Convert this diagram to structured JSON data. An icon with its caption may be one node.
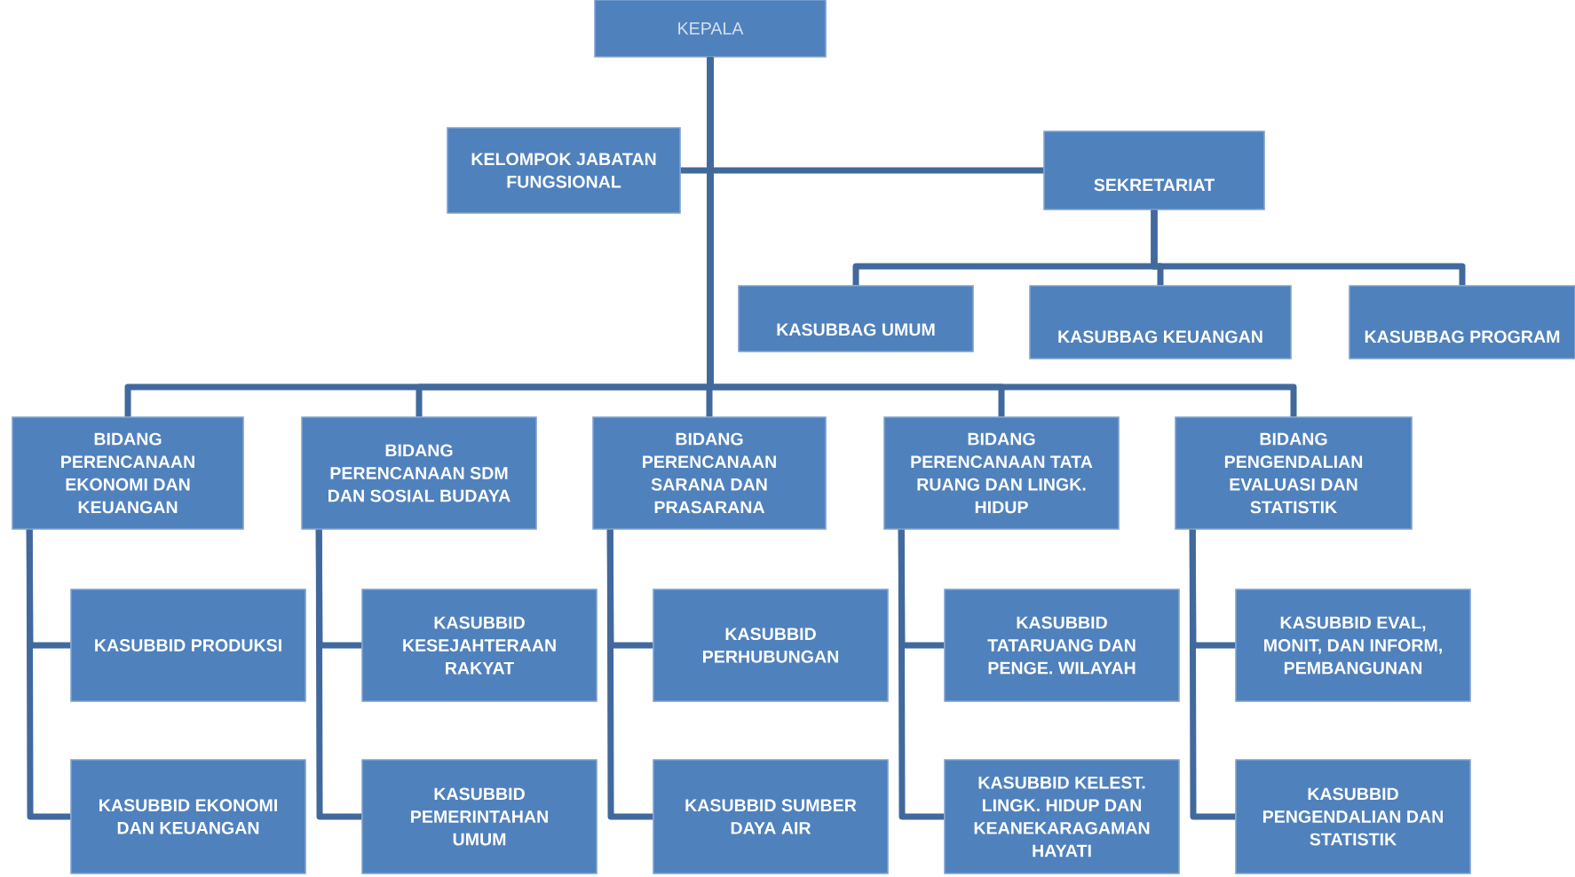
{
  "diagram": {
    "nodes": [
      {
        "text": [
          "KEPALA"
        ]
      },
      {
        "text": [
          "KELOMPOK JABATAN FUNGSIONAL"
        ]
      },
      {
        "text": [
          "SEKRETARIAT"
        ]
      },
      {
        "text": [
          "KASUBBAG UMUM"
        ]
      },
      {
        "text": [
          "KASUBBAG KEUANGAN"
        ]
      },
      {
        "text": [
          "KASUBBAG PROGRAM"
        ]
      },
      {
        "text": [
          "BIDANG PERENCANAAN EKONOMI DAN KEUANGAN"
        ]
      },
      {
        "text": [
          "BIDANG PERENCANAAN SDM DAN SOSIAL BUDAYA"
        ]
      },
      {
        "text": [
          "BIDANG PERENCANAAN SARANA DAN PRASARANA"
        ]
      },
      {
        "text": [
          "BIDANG PERENCANAAN TATA RUANG DAN LINGK. HIDUP"
        ]
      },
      {
        "text": [
          "BIDANG PENGENDALIAN EVALUASI DAN STATISTIK"
        ]
      },
      {
        "text": [
          "KASUBBID PRODUKSI"
        ]
      },
      {
        "text": [
          "KASUBBID EKONOMI DAN KEUANGAN"
        ]
      },
      {
        "text": [
          "KASUBBID KESEJAHTERAAN RAKYAT"
        ]
      },
      {
        "text": [
          "KASUBBID PEMERINTAHAN UMUM"
        ]
      },
      {
        "text": [
          "KASUBBID PERHUBUNGAN"
        ]
      },
      {
        "text": [
          "KASUBBID SUMBER DAYA AIR"
        ]
      },
      {
        "text": [
          "KASUBBID TATARUANG DAN PENGE. WILAYAH"
        ]
      },
      {
        "text": [
          "KASUBBID KELEST. LINGK. HIDUP DAN KEANEKARAGAMAN HAYATI"
        ]
      },
      {
        "text": [
          "KASUBBID EVAL, MONIT, DAN INFORM, PEMBANGUNAN"
        ]
      },
      {
        "text": [
          "KASUBBID PENGENDALIAN DAN STATISTIK"
        ]
      }
    ],
    "edges": [
      {
        "from": 0,
        "to": 1,
        "arrow": "none"
      },
      {
        "from": 0,
        "to": 2,
        "arrow": "none"
      },
      {
        "from": 2,
        "to": 3,
        "arrow": "none"
      },
      {
        "from": 2,
        "to": 4,
        "arrow": "none"
      },
      {
        "from": 2,
        "to": 5,
        "arrow": "none"
      },
      {
        "from": 0,
        "to": 6,
        "arrow": "none"
      },
      {
        "from": 0,
        "to": 7,
        "arrow": "none"
      },
      {
        "from": 0,
        "to": 8,
        "arrow": "none"
      },
      {
        "from": 0,
        "to": 9,
        "arrow": "none"
      },
      {
        "from": 0,
        "to": 10,
        "arrow": "none"
      },
      {
        "from": 6,
        "to": 11,
        "arrow": "none"
      },
      {
        "from": 6,
        "to": 12,
        "arrow": "none"
      },
      {
        "from": 7,
        "to": 13,
        "arrow": "none"
      },
      {
        "from": 7,
        "to": 14,
        "arrow": "none"
      },
      {
        "from": 8,
        "to": 15,
        "arrow": "none"
      },
      {
        "from": 8,
        "to": 16,
        "arrow": "none"
      },
      {
        "from": 9,
        "to": 17,
        "arrow": "none"
      },
      {
        "from": 9,
        "to": 18,
        "arrow": "none"
      },
      {
        "from": 10,
        "to": 19,
        "arrow": "none"
      },
      {
        "from": 10,
        "to": 20,
        "arrow": "none"
      }
    ]
  }
}
